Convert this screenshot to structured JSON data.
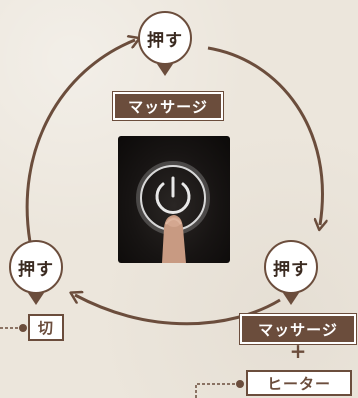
{
  "bubbles": {
    "top": "押す",
    "left": "押す",
    "right": "押す"
  },
  "modes": {
    "massage_label": "マッサージ",
    "combined_massage_label": "マッサージ",
    "plus_sign": "+",
    "heater_label": "ヒーター",
    "off_label": "切"
  },
  "icons": {
    "power": "power-icon",
    "finger": "finger-press-icon"
  },
  "colors": {
    "brown": "#6b4d3c",
    "background": "#ece6dc",
    "bubble_fill": "#ffffff"
  }
}
